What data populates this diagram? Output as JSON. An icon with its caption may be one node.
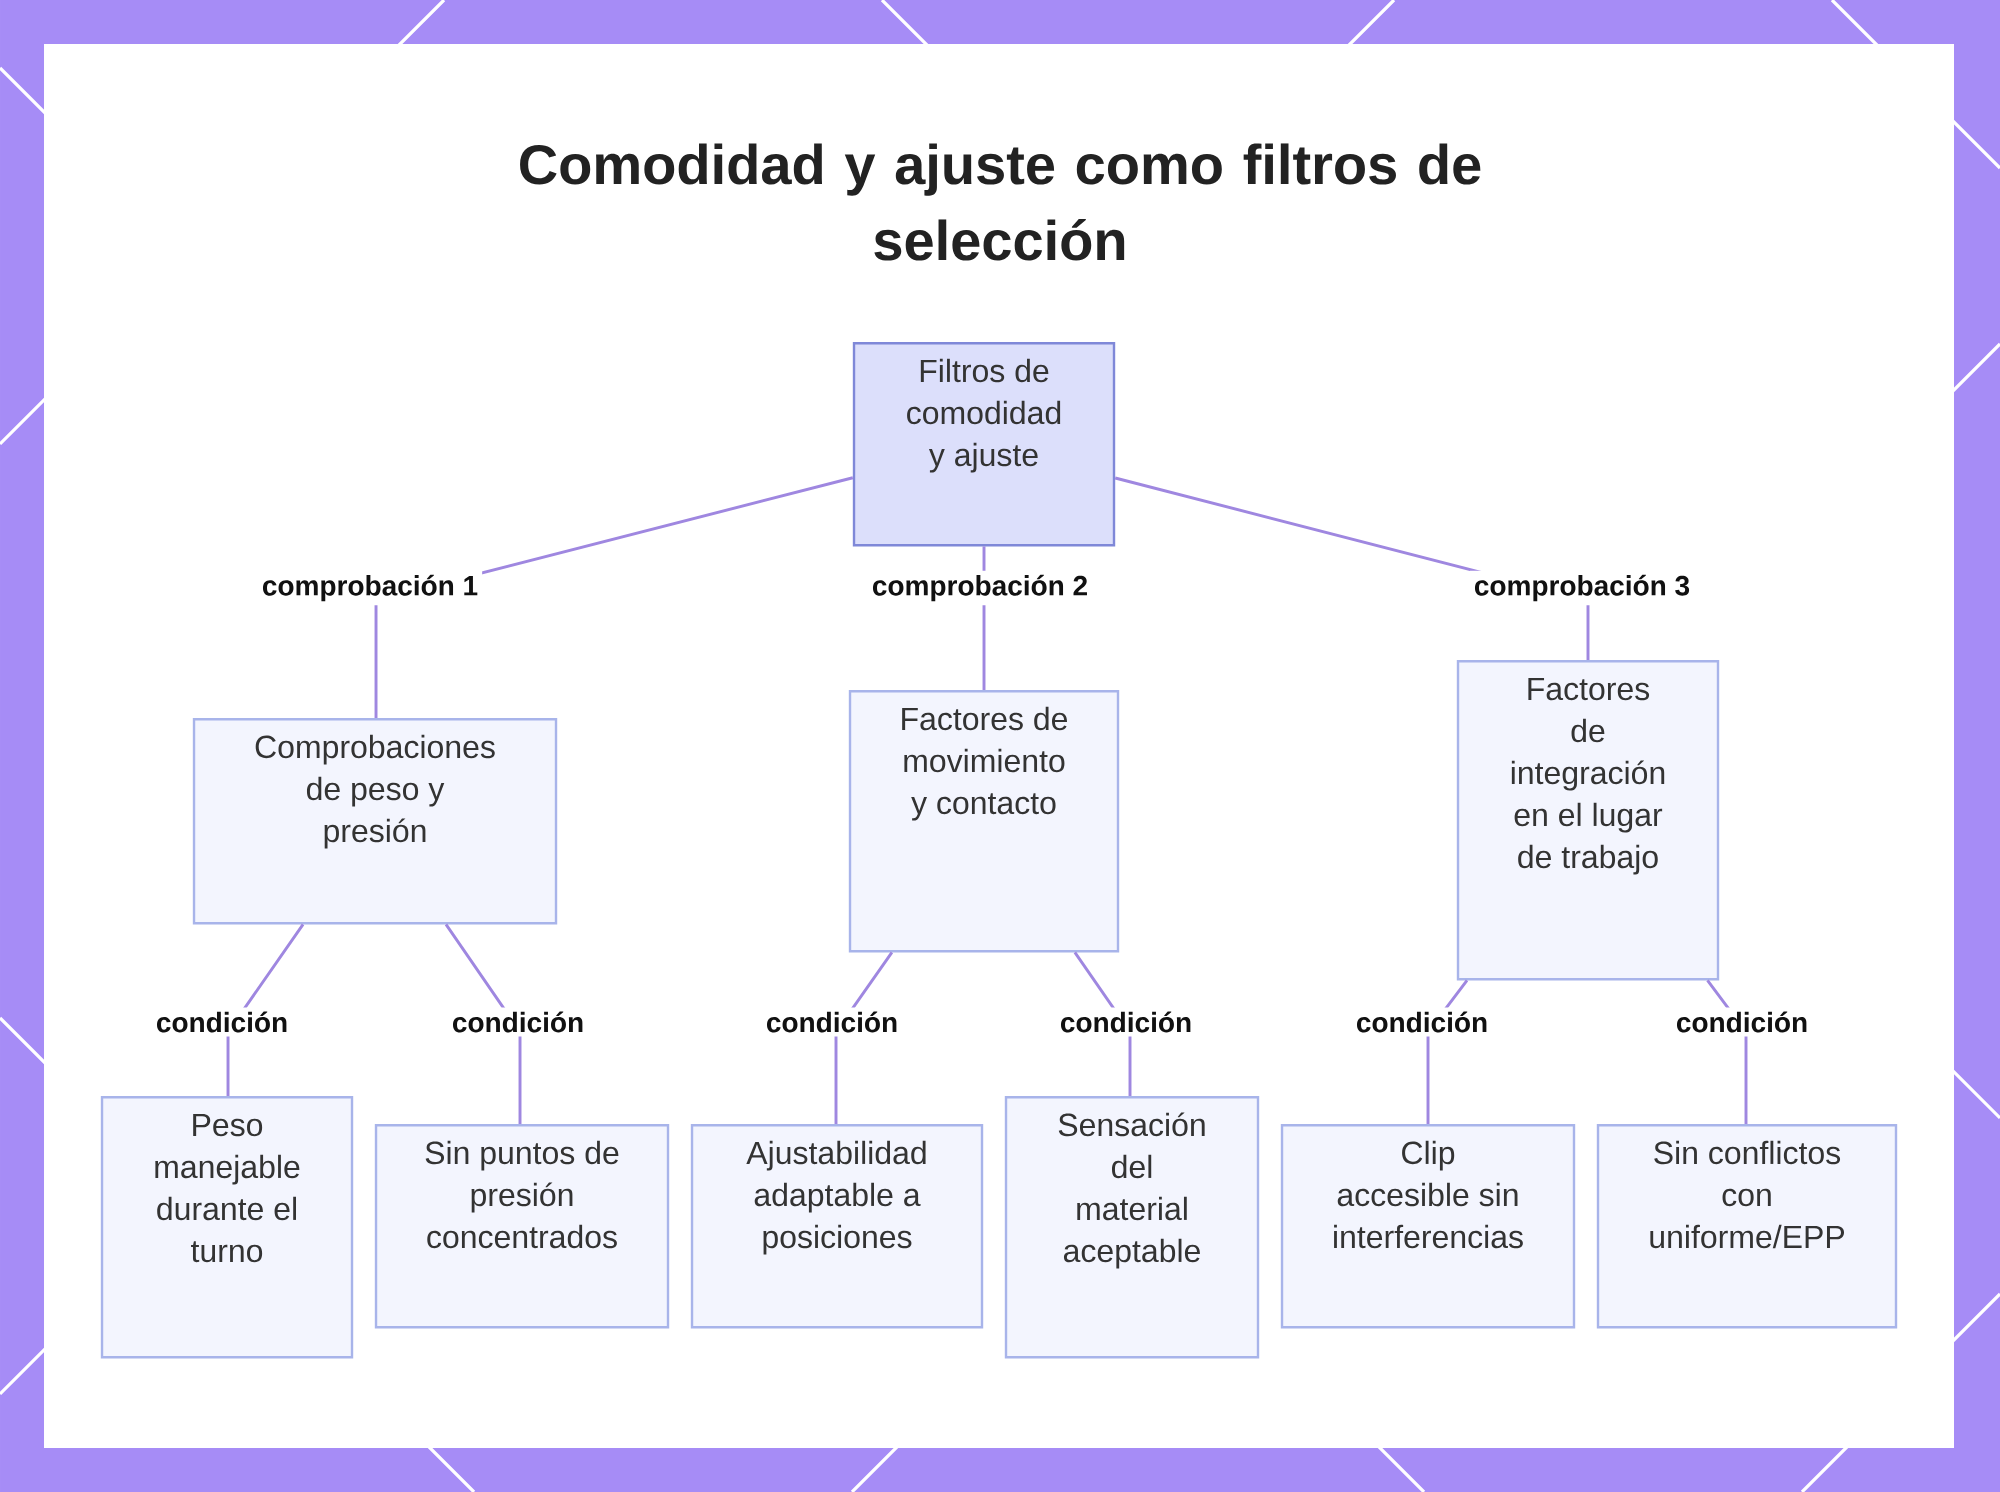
{
  "diagram": {
    "title": "Comodidad y ajuste como filtros de selección",
    "nodes": [
      {
        "text": [
          "Filtros de comodidad y ajuste"
        ]
      },
      {
        "text": [
          "Comprobaciones de peso y presión"
        ]
      },
      {
        "text": [
          "Factores de movimiento y contacto"
        ]
      },
      {
        "text": [
          "Factores de integración en el lugar de trabajo"
        ]
      },
      {
        "text": [
          "Peso manejable durante el turno"
        ]
      },
      {
        "text": [
          "Sin puntos de presión concentrados"
        ]
      },
      {
        "text": [
          "Ajustabilidad adaptable a posiciones"
        ]
      },
      {
        "text": [
          "Sensación del material aceptable"
        ]
      },
      {
        "text": [
          "Clip accesible sin interferencias"
        ]
      },
      {
        "text": [
          "Sin conflictos con uniforme/EPP"
        ]
      }
    ],
    "edges": [
      {
        "from": 0,
        "to": 1,
        "arrow": "none",
        "label": "comprobación 1"
      },
      {
        "from": 0,
        "to": 2,
        "arrow": "none",
        "label": "comprobación 2"
      },
      {
        "from": 0,
        "to": 3,
        "arrow": "none",
        "label": "comprobación 3"
      },
      {
        "from": 1,
        "to": 4,
        "arrow": "none",
        "label": "condición"
      },
      {
        "from": 1,
        "to": 5,
        "arrow": "none",
        "label": "condición"
      },
      {
        "from": 2,
        "to": 6,
        "arrow": "none",
        "label": "condición"
      },
      {
        "from": 2,
        "to": 7,
        "arrow": "none",
        "label": "condición"
      },
      {
        "from": 3,
        "to": 8,
        "arrow": "none",
        "label": "condición"
      },
      {
        "from": 3,
        "to": 9,
        "arrow": "none",
        "label": "condición"
      }
    ]
  }
}
